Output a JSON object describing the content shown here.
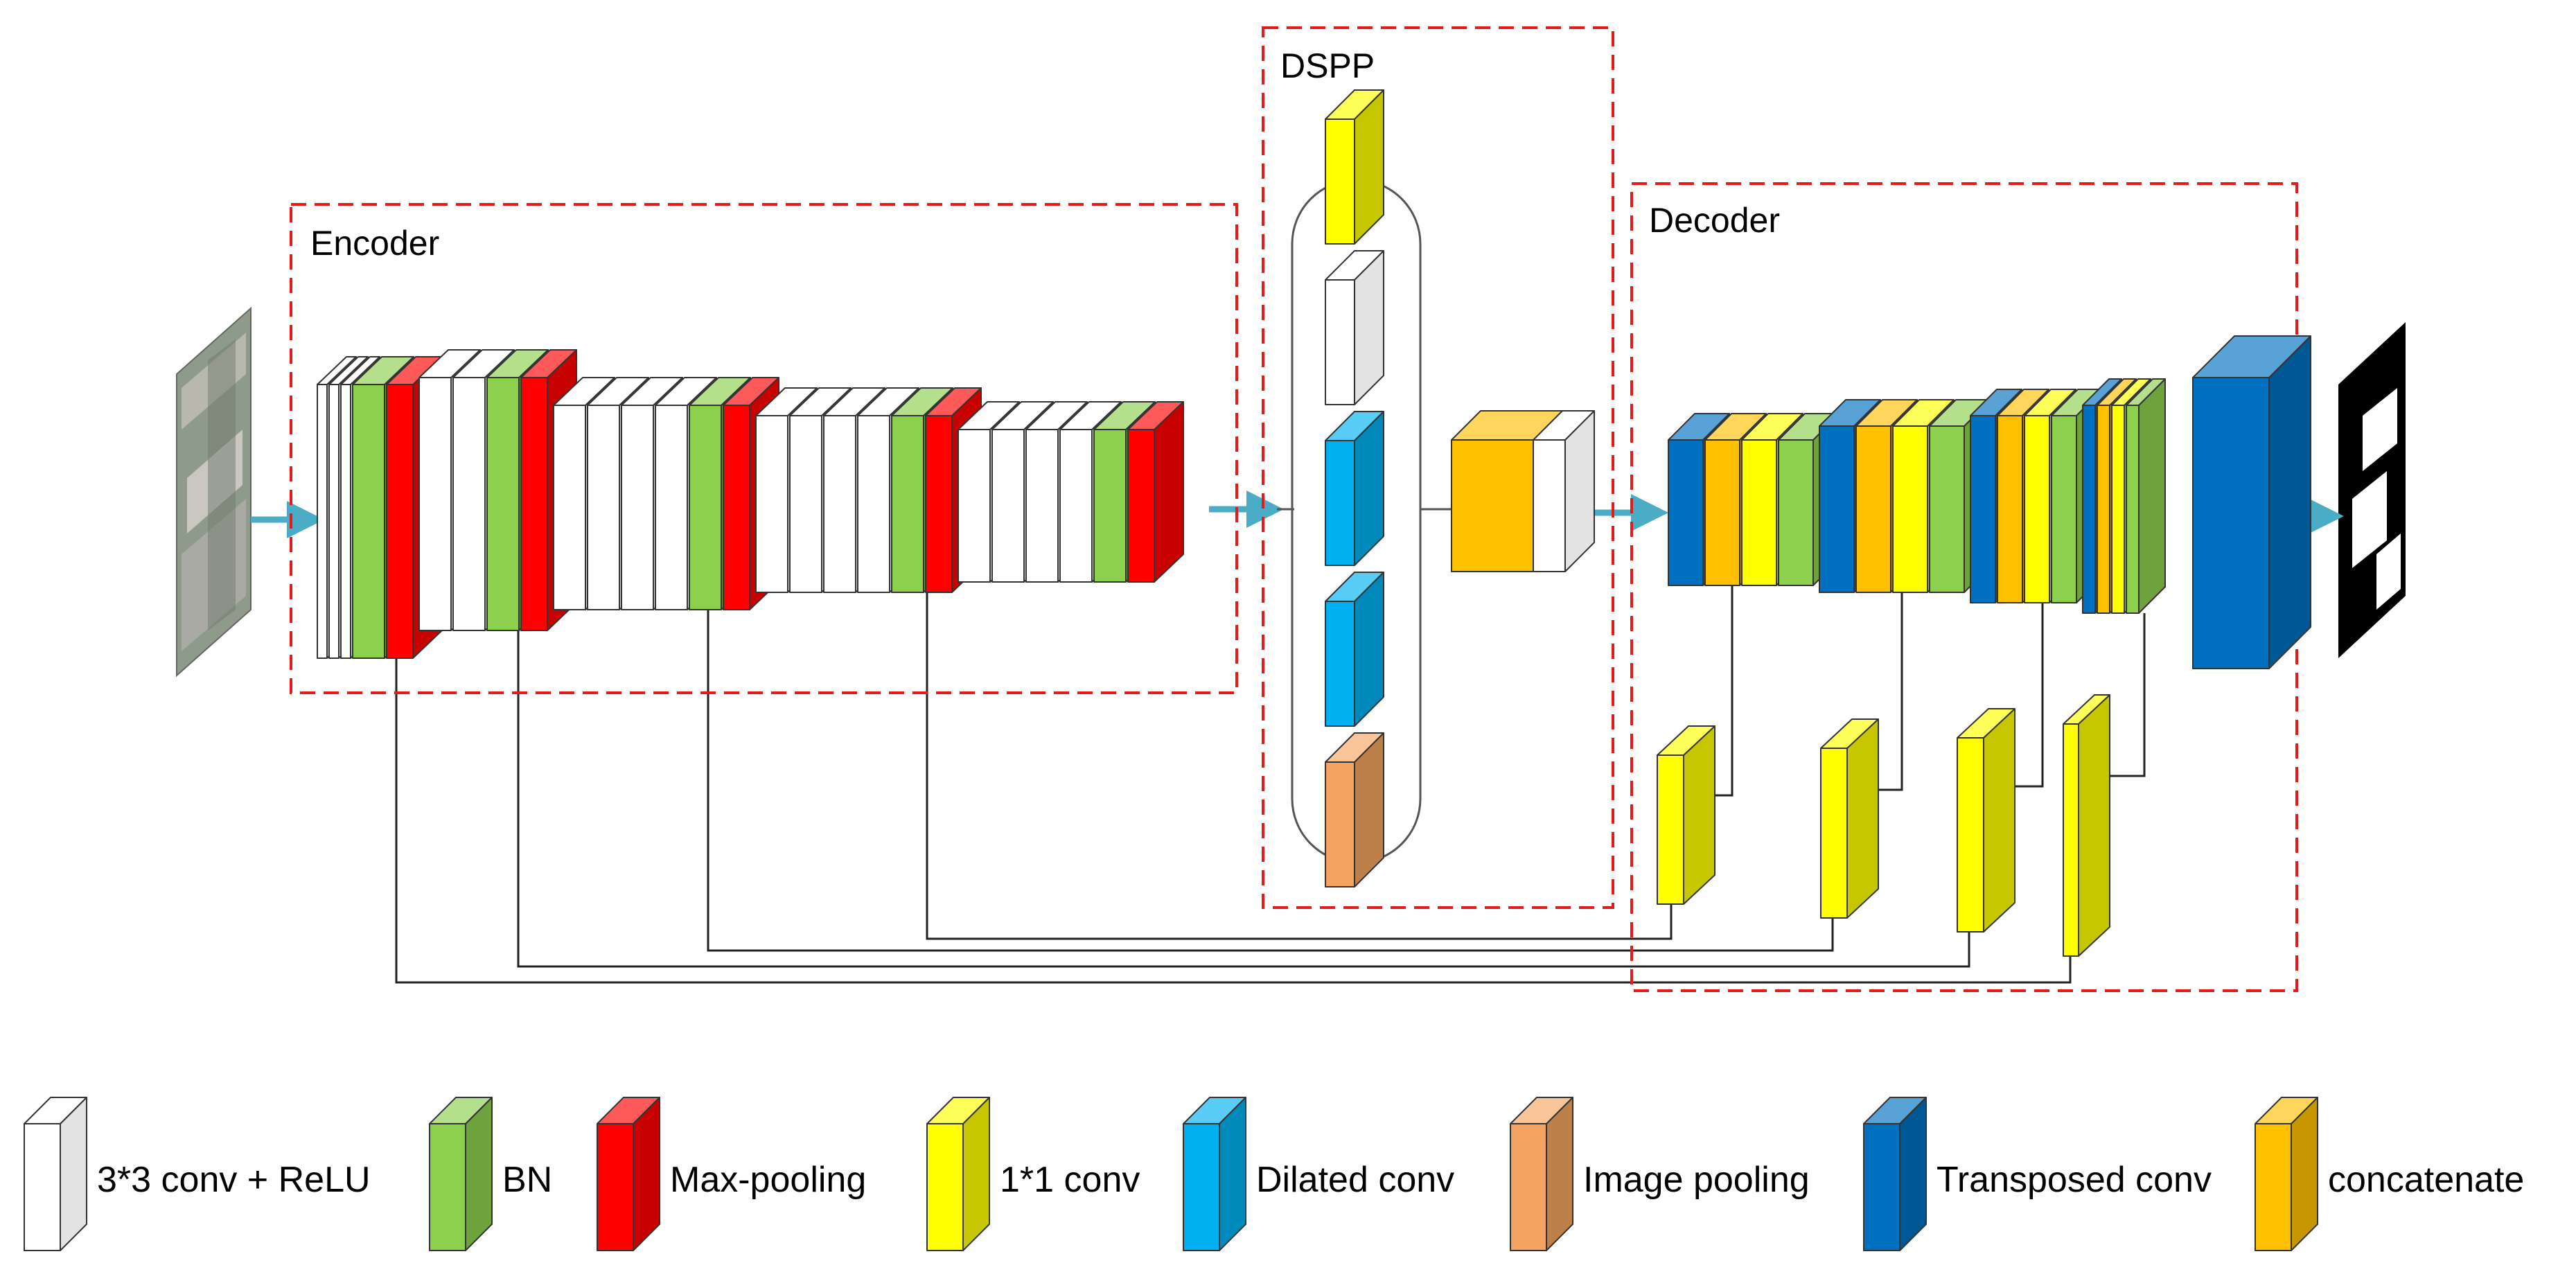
{
  "colors": {
    "conv": "#ffffff",
    "bn": "#8cd04e",
    "maxpool": "#ff0000",
    "conv1x1": "#ffff00",
    "dilated": "#00b0f0",
    "imgpool": "#f4a460",
    "transposed": "#0070c0",
    "concat": "#ffc000",
    "frame": "#e21c1c",
    "arrow": "#4bacc6"
  },
  "diagram": {
    "encoder_label": "Encoder",
    "dspp_label": "DSPP",
    "decoder_label": "Decoder"
  },
  "legend": [
    {
      "key": "conv",
      "label": "3*3 conv + ReLU"
    },
    {
      "key": "bn",
      "label": "BN"
    },
    {
      "key": "maxpool",
      "label": "Max-pooling"
    },
    {
      "key": "conv1x1",
      "label": "1*1 conv"
    },
    {
      "key": "dilated",
      "label": "Dilated conv"
    },
    {
      "key": "imgpool",
      "label": "Image pooling"
    },
    {
      "key": "transposed",
      "label": "Transposed conv"
    },
    {
      "key": "concat",
      "label": "concatenate"
    }
  ]
}
